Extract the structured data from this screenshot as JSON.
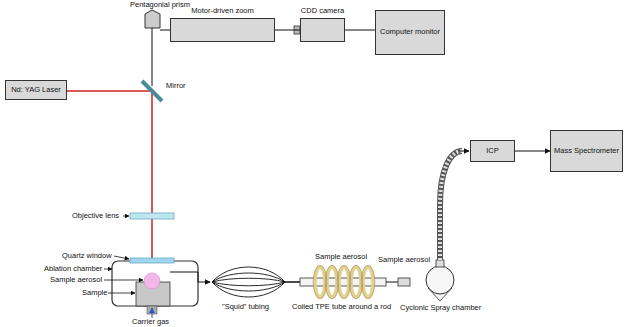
{
  "diagram": {
    "nodes": [
      {
        "text": [
          "Motor-driven zoom"
        ]
      },
      {
        "text": [
          "CDD camera"
        ]
      },
      {
        "text": [
          "Computer monitor"
        ]
      },
      {
        "text": [
          "Nd: YAG Laser"
        ]
      },
      {
        "text": [
          "ICP"
        ]
      },
      {
        "text": [
          "Mass Spectrometer"
        ]
      }
    ],
    "edges": [
      {
        "from": 0,
        "to": 1,
        "arrow": "none"
      },
      {
        "from": 1,
        "to": 2,
        "arrow": "none"
      },
      {
        "from": 4,
        "to": 5,
        "arrow": "to"
      }
    ],
    "labels": [
      "Pentagonial prism",
      "Mirror",
      "Objective lens",
      "Quartz window",
      "Ablation chamber",
      "Sample aerosol",
      "Sample",
      "Carrier gas",
      "\"Squid\" tubing",
      "Sample aerosol",
      "Coiled TPE tube around a rod",
      "Sample aerosol",
      "Cyclonic Spray chamber"
    ]
  }
}
